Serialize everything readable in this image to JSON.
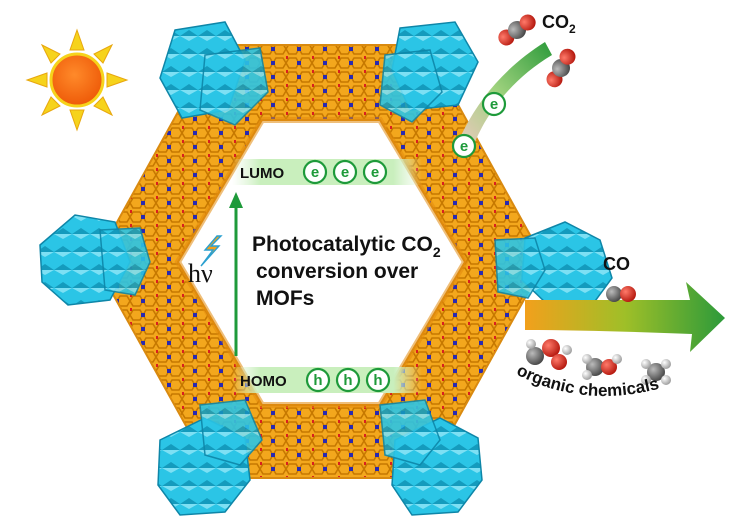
{
  "lumo": {
    "label": "LUMO",
    "carriers": [
      "e",
      "e",
      "e"
    ]
  },
  "homo": {
    "label": "HOMO",
    "carriers": [
      "h",
      "h",
      "h"
    ]
  },
  "light": {
    "label": "hν"
  },
  "caption": {
    "line1_prefix": "Photocatalytic CO",
    "line1_sub": "2",
    "line2": "conversion over",
    "line3": "MOFs"
  },
  "reactant": {
    "prefix": "CO",
    "sub": "2"
  },
  "transfer_electrons": [
    "e",
    "e"
  ],
  "products": {
    "co": "CO",
    "organics": "organic chemicals"
  },
  "colors": {
    "linker": "#f2a01c",
    "cluster": "#29c3e4",
    "accent_green": "#1e9a3a",
    "sun": "#f26a0f",
    "sun_rays": "#f6d31b"
  },
  "icons": [
    "sun-icon",
    "lightning-icon",
    "co2-molecule-icon",
    "co-molecule-icon",
    "organic-molecule-icon"
  ]
}
